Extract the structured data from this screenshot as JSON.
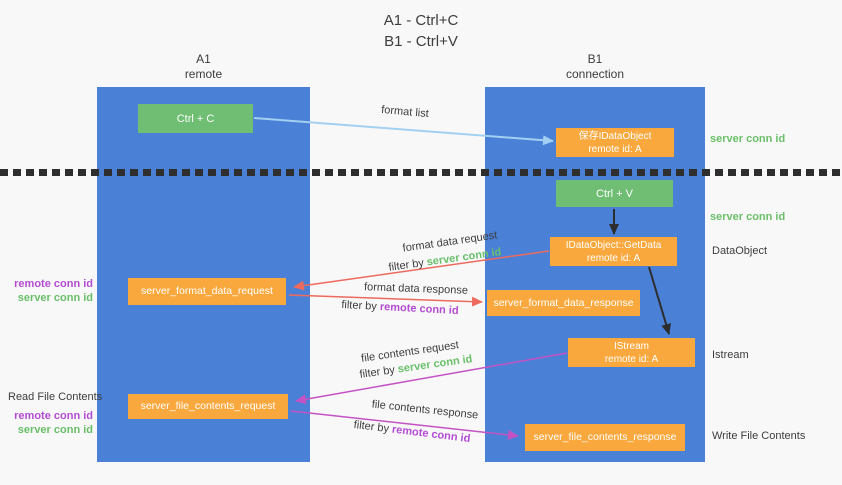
{
  "colors": {
    "bg": "#f8f8f8",
    "column-blue": "#4a80d5",
    "green-box": "#6fbe73",
    "orange-box": "#f8a83d",
    "arrow-blue": "#a3d0f2",
    "arrow-red": "#ed6a5e",
    "arrow-magenta": "#c452c5",
    "arrow-black": "#2d2d2d",
    "text-dark": "#3d3d3d",
    "text-green": "#6abf69",
    "text-purple": "#b44cd2",
    "dotted": "#2e2e2e"
  },
  "title": {
    "line1": "A1 - Ctrl+C",
    "line2": "B1 - Ctrl+V"
  },
  "columns": {
    "a1": {
      "name": "A1",
      "subtitle": "remote"
    },
    "b1": {
      "name": "B1",
      "subtitle": "connection"
    }
  },
  "nodes": {
    "ctrl_c": "Ctrl + C",
    "ctrl_v": "Ctrl + V",
    "save_dataobject": {
      "line1": "保存IDataObject",
      "line2": "remote id: A"
    },
    "getdata": {
      "line1": "IDataObject::GetData",
      "line2": "remote id: A"
    },
    "istream": {
      "line1": "IStream",
      "line2": "remote id: A"
    },
    "format_request": "server_format_data_request",
    "format_response": "server_format_data_response",
    "file_request": "server_file_contents_request",
    "file_response": "server_file_contents_response"
  },
  "side_labels": {
    "server_conn_id": "server conn id",
    "remote_conn_id": "remote conn id",
    "dataobject": "DataObject",
    "istream": "Istream",
    "read_file": "Read File Contents",
    "write_file": "Write File Contents"
  },
  "arrow_labels": {
    "format_list": "format list",
    "format_data_request": "format data request",
    "format_data_response": "format data response",
    "file_contents_request": "file contents request",
    "file_contents_response": "file contents response",
    "filter_by": "filter by",
    "server_conn_id": "server conn id",
    "remote_conn_id": "remote conn id"
  }
}
